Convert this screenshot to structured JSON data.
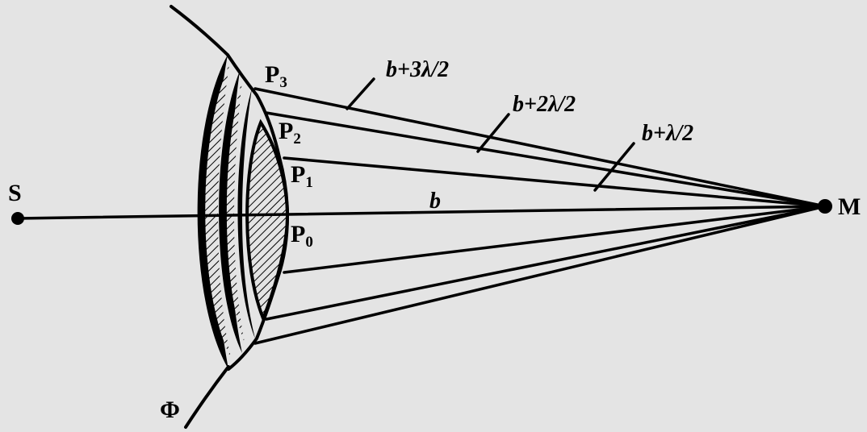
{
  "labels": {
    "source": "S",
    "observer": "M",
    "wavefront": "Φ",
    "p0": "P",
    "p0_sub": "0",
    "p1": "P",
    "p1_sub": "1",
    "p2": "P",
    "p2_sub": "2",
    "p3": "P",
    "p3_sub": "3",
    "axis_distance": "b",
    "path1": "b+λ/2",
    "path2": "b+2λ/2",
    "path3": "b+3λ/2"
  },
  "colors": {
    "background": "#e4e4e4",
    "ink": "#000000"
  }
}
